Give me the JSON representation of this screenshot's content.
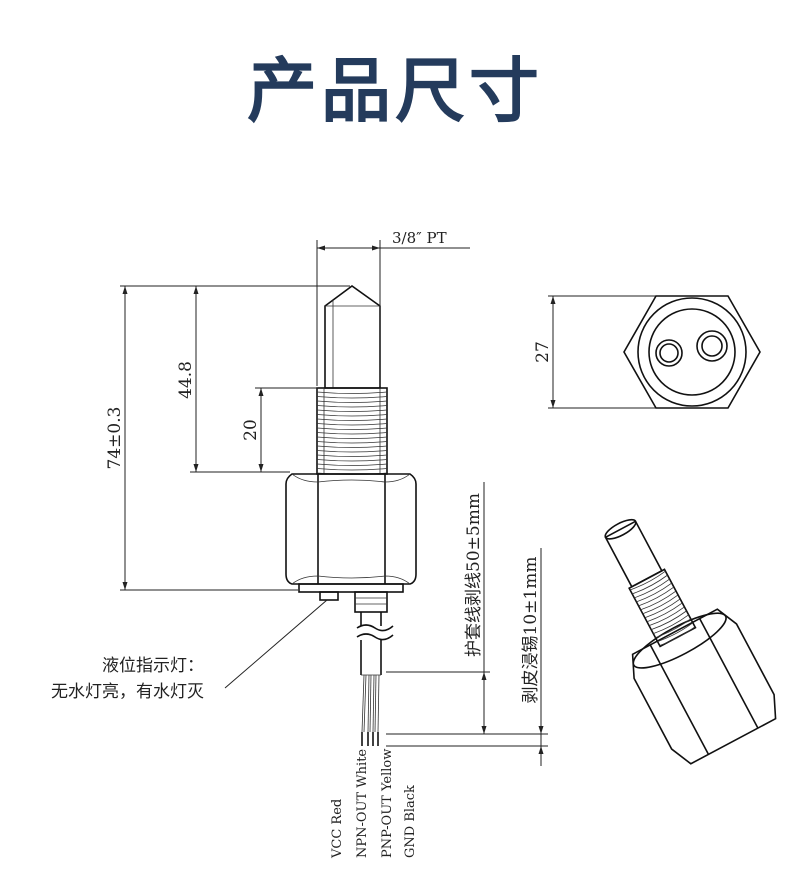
{
  "title": "产品尺寸",
  "dims": {
    "thread": "3/8″ PT",
    "total_length": "74±0.3",
    "probe_length": "44.8",
    "thread_length": "20",
    "hex_size": "27",
    "sheath_strip": "护套线剥线50±5mm",
    "wire_strip": "剥皮浸锡10±1mm"
  },
  "indicator": {
    "line1": "液位指示灯：",
    "line2": "无水灯亮，有水灯灭"
  },
  "wires": [
    "VCC Red",
    "NPN-OUT White",
    "PNP-OUT Yellow",
    "GND Black"
  ]
}
